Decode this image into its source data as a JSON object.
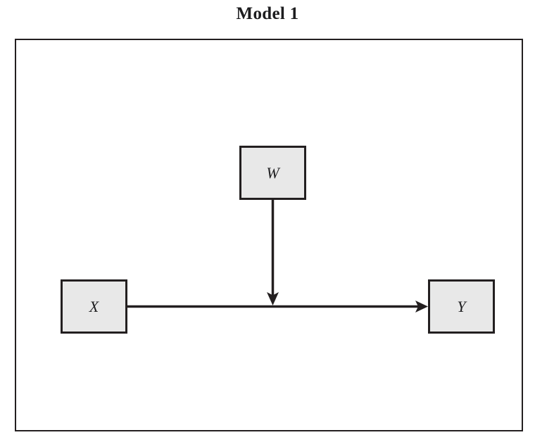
{
  "figure": {
    "title": "Model 1",
    "frame": {
      "border_color": "#231f20",
      "background": "#ffffff"
    }
  },
  "nodes": [
    {
      "id": "W",
      "label": "W",
      "role": "moderator",
      "fill": "#e8e8e8",
      "border_color": "#231f20"
    },
    {
      "id": "X",
      "label": "X",
      "role": "predictor",
      "fill": "#e8e8e8",
      "border_color": "#231f20"
    },
    {
      "id": "Y",
      "label": "Y",
      "role": "outcome",
      "fill": "#e8e8e8",
      "border_color": "#231f20"
    }
  ],
  "edges": [
    {
      "id": "x-to-y",
      "from": "X",
      "to": "Y",
      "style": "solid",
      "arrowhead": "filled",
      "color": "#231f20"
    },
    {
      "id": "w-to-xy-path",
      "from": "W",
      "to": "x-to-y",
      "style": "solid",
      "arrowhead": "filled",
      "color": "#231f20"
    }
  ],
  "chart_data": {
    "type": "diagram",
    "title": "Model 1",
    "diagram_kind": "conceptual-moderation-model",
    "nodes": [
      "W",
      "X",
      "Y"
    ],
    "edges": [
      {
        "source": "X",
        "target": "Y"
      },
      {
        "source": "W",
        "target": "X→Y path"
      }
    ]
  }
}
